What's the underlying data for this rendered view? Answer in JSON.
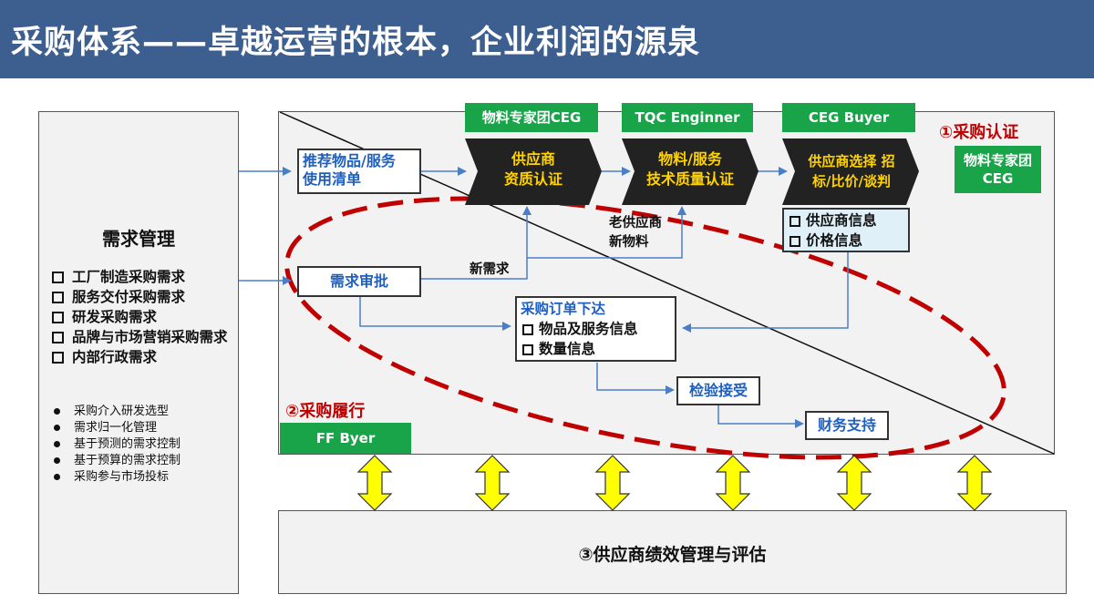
{
  "title": "采购体系——卓越运营的根本，企业利润的源泉",
  "left_panel": {
    "title": "需求管理",
    "checkbox_items": [
      "工厂制造采购需求",
      "服务交付采购需求",
      "研发采购需求",
      "品牌与市场营销采购需求",
      "内部行政需求"
    ],
    "bullet_items": [
      "采购介入研发选型",
      "需求归一化管理",
      "基于预测的需求控制",
      "基于预算的需求控制",
      "采购参与市场投标"
    ]
  },
  "green_labels": {
    "ceg": "物料专家团CEG",
    "tqc": "TQC Enginner",
    "ceg_buyer": "CEG Buyer",
    "ceg_side_line1": "物料专家团",
    "ceg_side_line2": "CEG",
    "ff_buyer": "FF Byer"
  },
  "red_labels": {
    "certification": "①采购认证",
    "fulfillment": "②采购履行"
  },
  "boxes": {
    "recommend_line1": "推荐物品/服务",
    "recommend_line2": "使用清单",
    "demand_approval": "需求审批",
    "order_title": "采购订单下达",
    "order_items": [
      "物品及服务信息",
      "数量信息"
    ],
    "inspection": "检验接受",
    "finance": "财务支持",
    "supplier_info_items": [
      "供应商信息",
      "价格信息"
    ]
  },
  "chevrons": {
    "supplier_qual_line1": "供应商",
    "supplier_qual_line2": "资质认证",
    "material_line1": "物料/服务",
    "material_line2": "技术质量认证",
    "selection_line1": "供应商选择  招",
    "selection_line2": "标/比价/谈判"
  },
  "annotations": {
    "new_demand": "新需求",
    "old_supplier_line1": "老供应商",
    "old_supplier_line2": "新物料"
  },
  "bottom_box": "③供应商绩效管理与评估",
  "colors": {
    "title_bar": "#3d5f8f",
    "green": "#1aa44a",
    "blue_text": "#1f5fbf",
    "red": "#c00000",
    "chevron": "#222222",
    "chevron_text": "#ffd200",
    "arrow_blue": "#4a7fc8",
    "double_arrow": "#ffff00"
  }
}
